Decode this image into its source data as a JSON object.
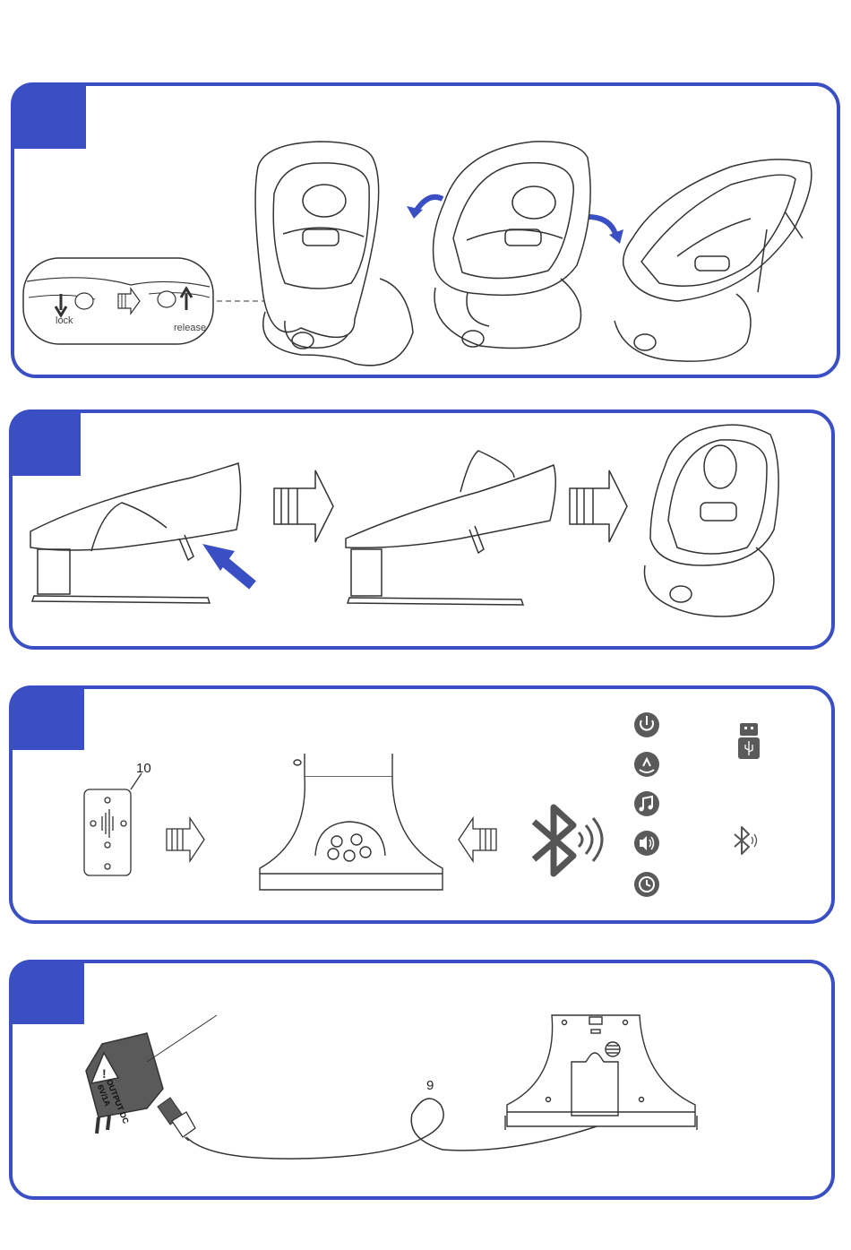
{
  "panel1": {
    "lock_label": "lock",
    "release_label": "release"
  },
  "panel3": {
    "callout_number": "10"
  },
  "panel4": {
    "callout_number": "9",
    "adapter_text_line1": "OUTPUT DC",
    "adapter_text_line2": "6V/1A"
  },
  "colors": {
    "accent": "#3a4fc4",
    "line": "#333333",
    "icon_fill": "#5a5a5a"
  }
}
